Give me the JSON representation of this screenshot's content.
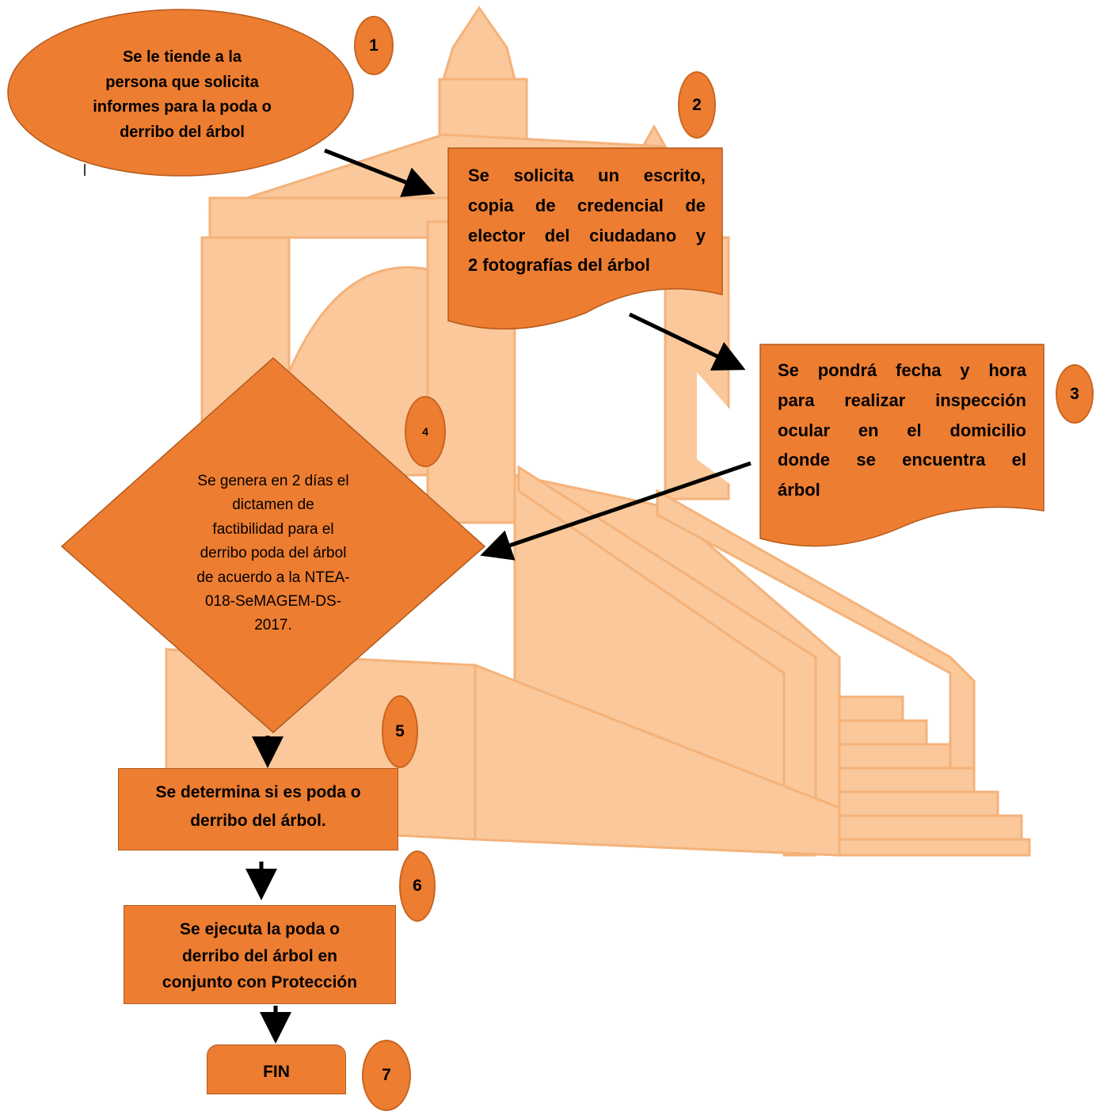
{
  "colors": {
    "shape_fill": "#ED7D31",
    "shape_stroke": "#B45A1C",
    "background_art": "#FAC89A",
    "arrow": "#000000"
  },
  "steps": [
    {
      "number": "1",
      "shape": "ellipse",
      "lines": [
        "Se le tiende a la",
        "persona que solicita",
        "informes para la poda o",
        "derribo del árbol"
      ]
    },
    {
      "number": "2",
      "shape": "document",
      "lines": [
        "Se solicita un escrito,",
        "copia de credencial de",
        "elector del ciudadano y",
        "2 fotografías del árbol"
      ]
    },
    {
      "number": "3",
      "shape": "document",
      "lines": [
        "Se pondrá fecha y hora",
        "para realizar inspección",
        "ocular en el domicilio",
        "donde se encuentra el",
        "árbol"
      ]
    },
    {
      "number": "4",
      "shape": "diamond",
      "lines": [
        "Se genera en 2 días el",
        "dictamen de",
        "factibilidad para el",
        "derribo poda del árbol",
        "de acuerdo a la NTEA-",
        "018-SeMAGEM-DS-",
        "2017."
      ]
    },
    {
      "number": "5",
      "shape": "rectangle",
      "lines": [
        "Se determina si es poda o",
        "derribo del árbol."
      ]
    },
    {
      "number": "6",
      "shape": "rectangle",
      "lines": [
        "Se ejecuta la poda o",
        "derribo del árbol en",
        "conjunto con Protección"
      ]
    },
    {
      "number": "7",
      "shape": "rounded-rectangle",
      "lines": [
        "FIN"
      ]
    }
  ]
}
